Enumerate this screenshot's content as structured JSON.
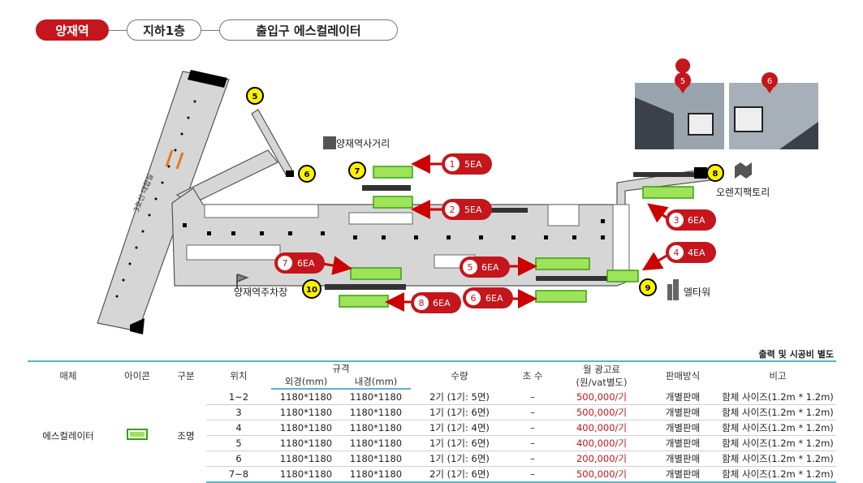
{
  "breadcrumb": {
    "station": "양재역",
    "floor": "지하1층",
    "location": "출입구 에스컬레이터"
  },
  "map": {
    "line_label": "3호선 대합실",
    "exits": [
      "5",
      "6",
      "7",
      "8",
      "9",
      "10"
    ],
    "places": {
      "intersection": "양재역사거리",
      "factory": "오렌지팩토리",
      "parking": "양재역주차장",
      "tower": "엘타워"
    },
    "ad_labels": [
      {
        "num": "1",
        "qty": "5EA"
      },
      {
        "num": "2",
        "qty": "5EA"
      },
      {
        "num": "3",
        "qty": "6EA"
      },
      {
        "num": "4",
        "qty": "4EA"
      },
      {
        "num": "5",
        "qty": "6EA"
      },
      {
        "num": "6",
        "qty": "6EA"
      },
      {
        "num": "7",
        "qty": "6EA"
      },
      {
        "num": "8",
        "qty": "6EA"
      }
    ],
    "photo_pins": [
      "5",
      "6"
    ]
  },
  "colors": {
    "brand_red": "#c4161c",
    "ad_green": "#9ee35a",
    "exit_yellow": "#fff200",
    "table_rule": "#5ab4c9"
  },
  "note": "출력 및 시공비 별도",
  "table": {
    "headers": {
      "media": "매체",
      "icon": "아이콘",
      "category": "구분",
      "position": "위치",
      "spec": "규격",
      "outer": "외경(mm)",
      "inner": "내경(mm)",
      "quantity": "수량",
      "count": "초 수",
      "fee": "월 광고료",
      "fee_sub": "(원/vat별도)",
      "sales": "판매방식",
      "remark": "비고"
    },
    "media": "에스컬레이터",
    "category": "조명",
    "rows": [
      {
        "pos": "1~2",
        "outer": "1180*1180",
        "inner": "1180*1180",
        "qty": "2기 (1기: 5면)",
        "count": "–",
        "fee": "500,000/기",
        "sales": "개별판매",
        "remark": "함체 사이즈(1.2m * 1.2m)"
      },
      {
        "pos": "3",
        "outer": "1180*1180",
        "inner": "1180*1180",
        "qty": "1기 (1기: 6면)",
        "count": "–",
        "fee": "500,000/기",
        "sales": "개별판매",
        "remark": "함체 사이즈(1.2m * 1.2m)"
      },
      {
        "pos": "4",
        "outer": "1180*1180",
        "inner": "1180*1180",
        "qty": "1기 (1기: 4면)",
        "count": "–",
        "fee": "400,000/기",
        "sales": "개별판매",
        "remark": "함체 사이즈(1.2m * 1.2m)"
      },
      {
        "pos": "5",
        "outer": "1180*1180",
        "inner": "1180*1180",
        "qty": "1기 (1기: 6면)",
        "count": "–",
        "fee": "400,000/기",
        "sales": "개별판매",
        "remark": "함체 사이즈(1.2m * 1.2m)"
      },
      {
        "pos": "6",
        "outer": "1180*1180",
        "inner": "1180*1180",
        "qty": "1기 (1기: 6면)",
        "count": "–",
        "fee": "200,000/기",
        "sales": "개별판매",
        "remark": "함체 사이즈(1.2m * 1.2m)"
      },
      {
        "pos": "7~8",
        "outer": "1180*1180",
        "inner": "1180*1180",
        "qty": "2기 (1기: 6면)",
        "count": "–",
        "fee": "500,000/기",
        "sales": "개별판매",
        "remark": "함체 사이즈(1.2m * 1.2m)"
      }
    ]
  }
}
